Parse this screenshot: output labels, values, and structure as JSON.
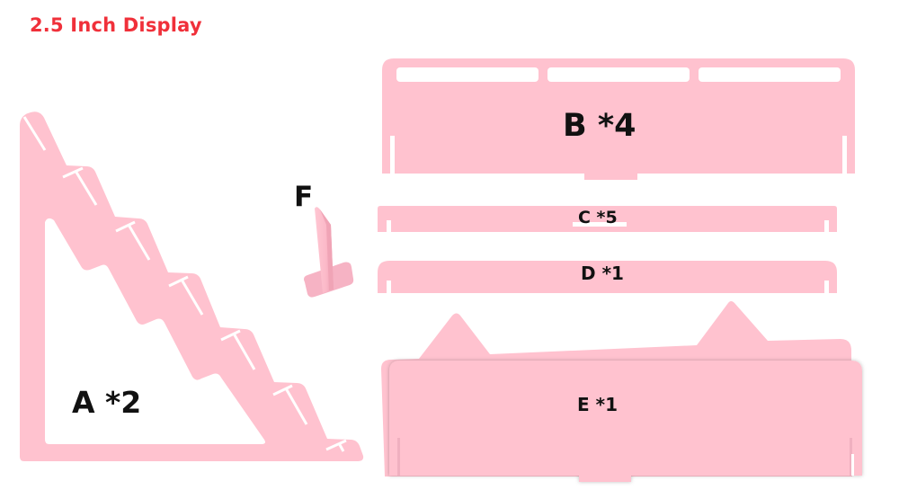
{
  "title": "2.5 Inch Display",
  "colors": {
    "title": "#f0303a",
    "part_fill": "#ffc2cf",
    "part_shade": "#f4aebf",
    "label": "#111111",
    "slot": "#ffffff"
  },
  "parts": [
    {
      "id": "A",
      "label": "A *2",
      "quantity": 2,
      "shape": "stepped triangular side panel"
    },
    {
      "id": "B",
      "label": "B *4",
      "quantity": 4,
      "shape": "panel with three top slots"
    },
    {
      "id": "C",
      "label": "C *5",
      "quantity": 5,
      "shape": "thin strip"
    },
    {
      "id": "D",
      "label": "D *1",
      "quantity": 1,
      "shape": "rounded strip"
    },
    {
      "id": "E",
      "label": "E *1",
      "quantity": 1,
      "shape": "back panel with two ears"
    },
    {
      "id": "F",
      "label": "F",
      "quantity": null,
      "shape": "small stand piece (3D)"
    }
  ],
  "labels": {
    "a": "A *2",
    "b": "B *4",
    "c": "C *5",
    "d": "D *1",
    "e": "E *1",
    "f": "F"
  }
}
